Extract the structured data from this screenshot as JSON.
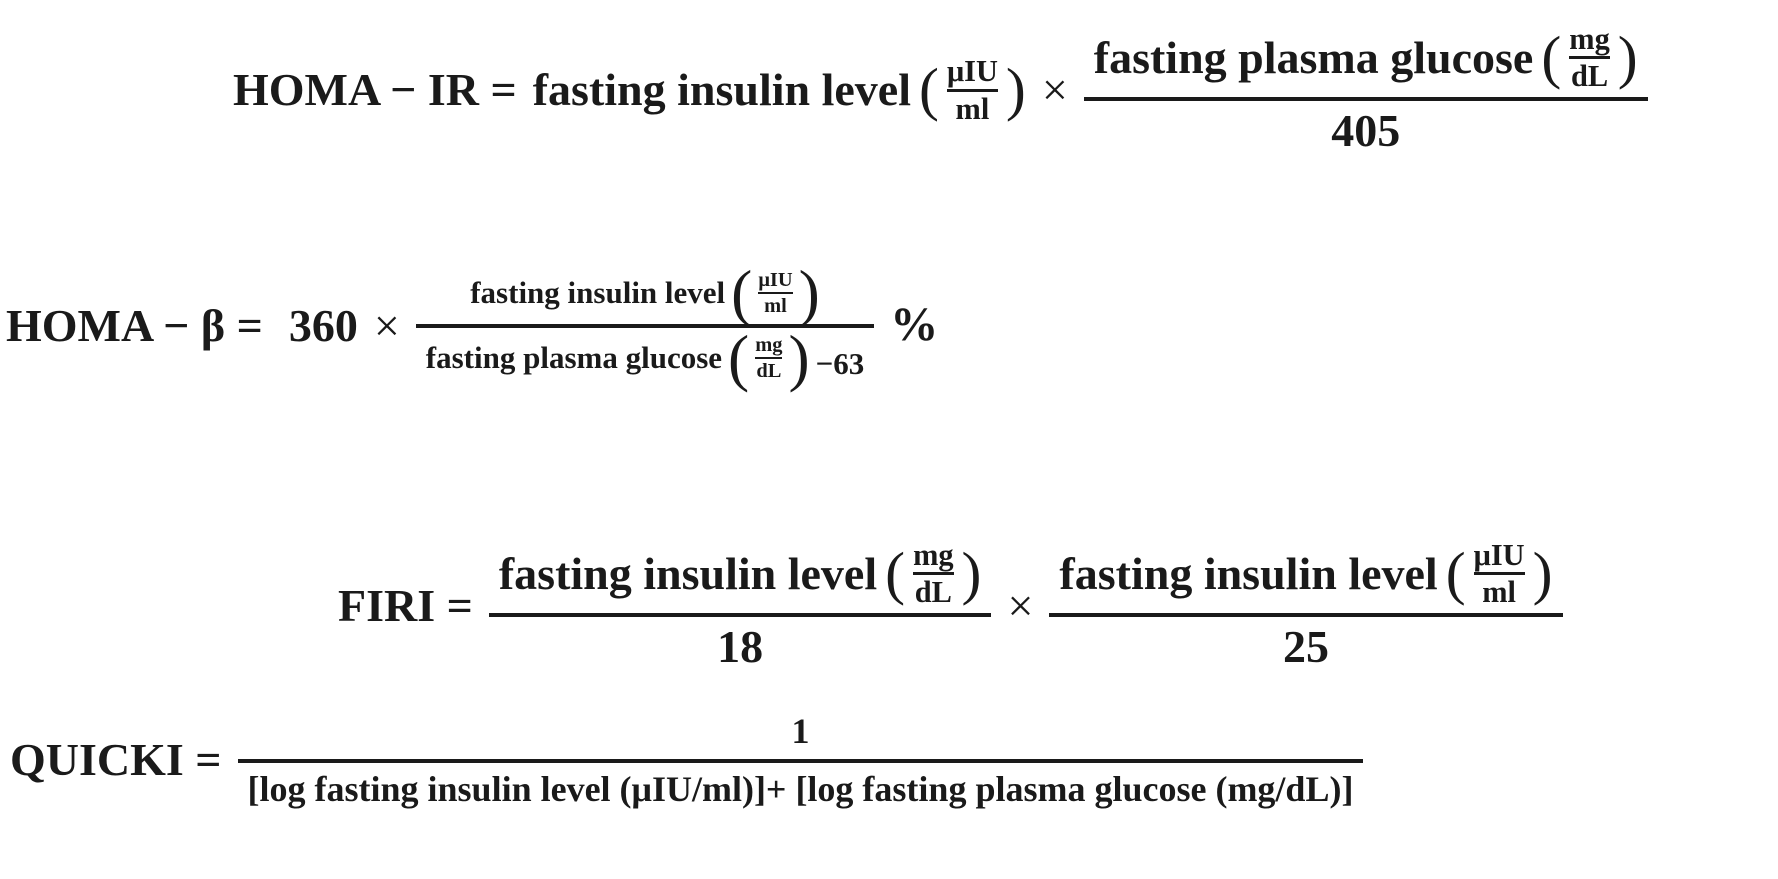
{
  "symbols": {
    "lparen": "(",
    "rparen": ")"
  },
  "formulas": {
    "homa_ir": {
      "lhs": "HOMA − IR =",
      "insulin_label": "fasting insulin level",
      "insulin_unit": {
        "num": "μIU",
        "den": "ml"
      },
      "times": "×",
      "fraction": {
        "numerator_label": "fasting plasma glucose",
        "numerator_unit": {
          "num": "mg",
          "den": "dL"
        },
        "denominator": "405"
      }
    },
    "homa_beta": {
      "lhs": "HOMA − β =",
      "coefficient": "360",
      "times": "×",
      "fraction": {
        "numerator_label": "fasting insulin level",
        "numerator_unit": {
          "num": "μIU",
          "den": "ml"
        },
        "denominator_label": "fasting plasma glucose",
        "denominator_unit": {
          "num": "mg",
          "den": "dL"
        },
        "denominator_suffix": "−63"
      },
      "suffix": "%"
    },
    "firi": {
      "lhs": "FIRI =",
      "times": "×",
      "fraction1": {
        "numerator_label": "fasting insulin level",
        "numerator_unit": {
          "num": "mg",
          "den": "dL"
        },
        "denominator": "18"
      },
      "fraction2": {
        "numerator_label": "fasting insulin level",
        "numerator_unit": {
          "num": "μIU",
          "den": "ml"
        },
        "denominator": "25"
      }
    },
    "quicki": {
      "lhs": "QUICKI =",
      "fraction": {
        "numerator": "1",
        "denominator": "[log fasting insulin level (μIU/ml)]+ [log fasting plasma glucose (mg/dL)]"
      }
    }
  }
}
